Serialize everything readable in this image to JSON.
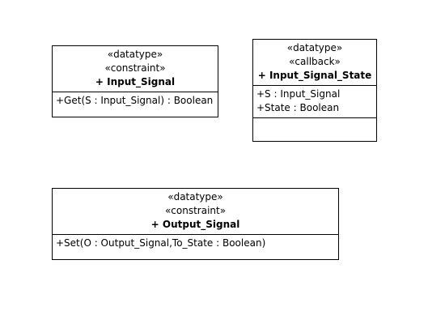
{
  "classes": [
    {
      "stereotypes": [
        "«datatype»",
        "«constraint»"
      ],
      "name": "+ Input_Signal",
      "attributes": [],
      "operations": [
        "+Get(S : Input_Signal) : Boolean"
      ]
    },
    {
      "stereotypes": [
        "«datatype»",
        "«callback»"
      ],
      "name": "+ Input_Signal_State",
      "attributes": [
        "+S : Input_Signal",
        "+State : Boolean"
      ],
      "operations": []
    },
    {
      "stereotypes": [
        "«datatype»",
        "«constraint»"
      ],
      "name": "+ Output_Signal",
      "attributes": [],
      "operations": [
        "+Set(O : Output_Signal,To_State : Boolean)"
      ]
    }
  ]
}
